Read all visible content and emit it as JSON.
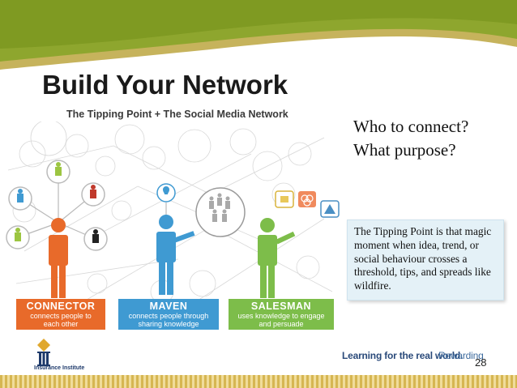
{
  "slide": {
    "title": "Build Your Network",
    "subtitle": "The Tipping Point + The Social Media Network",
    "questions": [
      "Who to connect?",
      "What purpose?"
    ],
    "tipping_point_text": "The Tipping Point is that magic moment when idea, trend, or social behaviour crosses a threshold, tips, and spreads like wildfire.",
    "page_number": "28"
  },
  "roles": [
    {
      "name": "CONNECTOR",
      "desc_lines": [
        "connects people to",
        "each other"
      ],
      "color": "#e86a2a"
    },
    {
      "name": "MAVEN",
      "desc_lines": [
        "connects people through",
        "sharing knowledge"
      ],
      "color": "#3f9ad2"
    },
    {
      "name": "SALESMAN",
      "desc_lines": [
        "uses knowledge to engage",
        "and persuade"
      ],
      "color": "#7dbd4a"
    }
  ],
  "footer": {
    "logo_text": "Insurance Institute",
    "tagline": "Learning for the real world.",
    "tagline_tail": "Rewarding"
  },
  "colors": {
    "top_band_green": "#8aa12b",
    "top_band_gold": "#c3ad55",
    "connector": "#e86a2a",
    "maven": "#3f9ad2",
    "salesman": "#7dbd4a",
    "box_fill": "#e4f1f7"
  }
}
